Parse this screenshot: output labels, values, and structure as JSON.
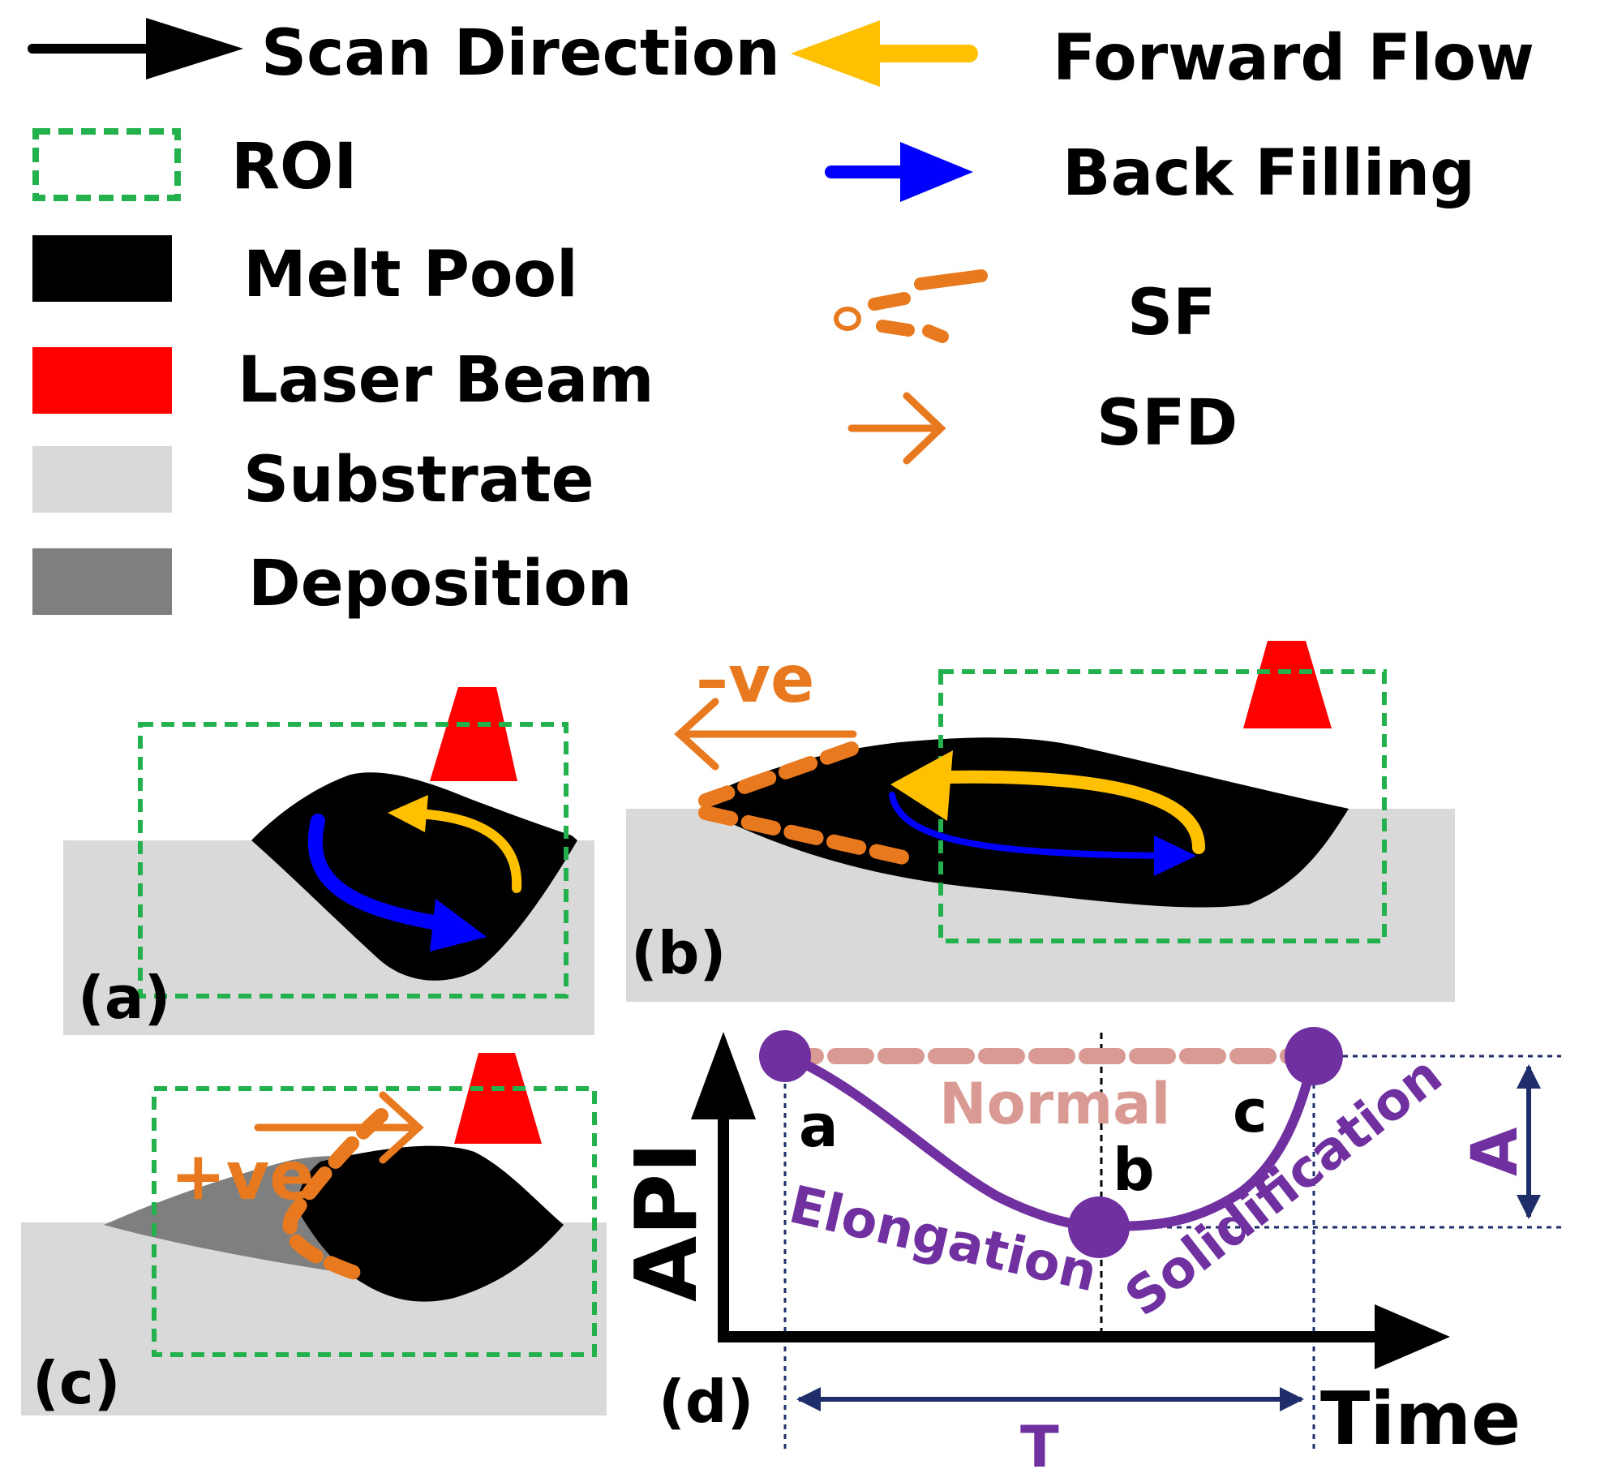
{
  "legend": {
    "scan_direction": "Scan Direction",
    "forward_flow": "Forward Flow",
    "roi": "ROI",
    "back_filling": "Back Filling",
    "melt_pool": "Melt Pool",
    "sf": "SF",
    "laser_beam": "Laser Beam",
    "sfd": "SFD",
    "substrate": "Substrate",
    "deposition": "Deposition"
  },
  "panels": {
    "a": {
      "label": "(a)"
    },
    "b": {
      "label": "(b)",
      "sfd_label": "–ve"
    },
    "c": {
      "label": "(c)",
      "sfd_label": "+ve"
    },
    "d": {
      "label": "(d)",
      "y_axis": "API",
      "x_axis": "Time",
      "point_a": "a",
      "point_b": "b",
      "point_c": "c",
      "normal": "Normal",
      "elongation": "Elongation",
      "solidification": "Solidification",
      "amplitude": "A",
      "period": "T"
    }
  },
  "colors": {
    "scan": "#000000",
    "forward_flow": "#ffc000",
    "back_filling": "#0000ff",
    "roi": "#22b14c",
    "melt_pool": "#000000",
    "laser": "#ff0000",
    "substrate": "#d9d9d9",
    "deposition": "#7f7f7f",
    "sf": "#e8791e",
    "api_curve": "#7030a0",
    "normal": "#d99a94",
    "guide": "#1f2d6b"
  }
}
